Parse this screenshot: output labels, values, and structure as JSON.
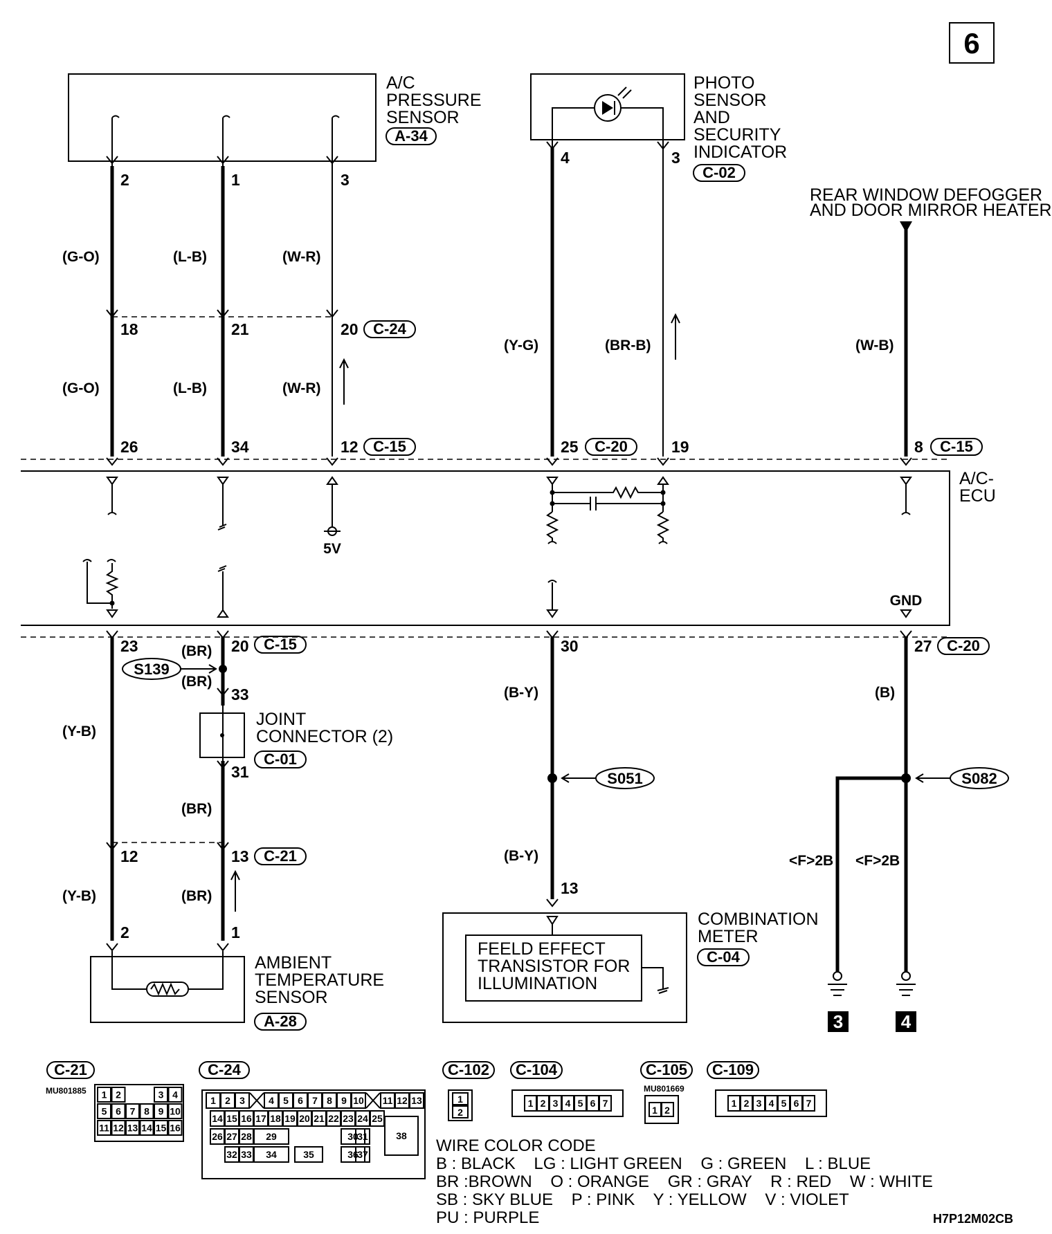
{
  "page_number": "6",
  "diagram_code": "H7P12M02CB",
  "components": {
    "ac_pressure_sensor": {
      "lines": [
        "A/C",
        "PRESSURE",
        "SENSOR"
      ],
      "connector": "A-34"
    },
    "photo_sensor": {
      "lines": [
        "PHOTO",
        "SENSOR",
        "AND",
        "SECURITY",
        "INDICATOR"
      ],
      "connector": "C-02"
    },
    "rear_defogger": {
      "lines": [
        "REAR WINDOW DEFOGGER",
        "AND DOOR MIRROR HEATER"
      ]
    },
    "ac_ecu": {
      "lines": [
        "A/C-",
        "ECU"
      ]
    },
    "joint_connector": {
      "lines": [
        "JOINT",
        "CONNECTOR (2)"
      ],
      "connector": "C-01"
    },
    "ambient_sensor": {
      "lines": [
        "AMBIENT",
        "TEMPERATURE",
        "SENSOR"
      ],
      "connector": "A-28"
    },
    "combination_meter": {
      "lines": [
        "COMBINATION",
        "METER"
      ],
      "connector": "C-04",
      "inner": [
        "FEELD EFFECT",
        "TRANSISTOR FOR",
        "ILLUMINATION"
      ]
    }
  },
  "wire_colors": {
    "g_o": "(G-O)",
    "l_b": "(L-B)",
    "w_r": "(W-R)",
    "y_g": "(Y-G)",
    "br_b": "(BR-B)",
    "w_b": "(W-B)",
    "y_b": "(Y-B)",
    "br": "(BR)",
    "b_y": "(B-Y)",
    "b": "(B)"
  },
  "pins": {
    "p2": "2",
    "p1": "1",
    "p3": "3",
    "p4": "4",
    "p3b": "3",
    "p18": "18",
    "p21": "21",
    "p20": "20",
    "p26": "26",
    "p34": "34",
    "p12": "12",
    "p25": "25",
    "p19": "19",
    "p8": "8",
    "p23": "23",
    "p20b": "20",
    "p30": "30",
    "p27": "27",
    "p33": "33",
    "p31": "31",
    "p12b": "12",
    "p13": "13",
    "p2b": "2",
    "p1b": "1",
    "p13b": "13"
  },
  "connectors": {
    "c24": "C-24",
    "c15": "C-15",
    "c20": "C-20",
    "c21": "C-21"
  },
  "splices": {
    "s139": "S139",
    "s051": "S051",
    "s082": "S082"
  },
  "ecu_labels": {
    "v5": "5V",
    "gnd": "GND"
  },
  "ground_labels": {
    "f2b_1": "<F>2B",
    "f2b_2": "<F>2B",
    "g3": "3",
    "g4": "4"
  },
  "connector_views": {
    "c21": {
      "label": "C-21",
      "part": "MU801885",
      "rows": [
        [
          "1",
          "2",
          "",
          "",
          "3",
          "4"
        ],
        [
          "5",
          "6",
          "7",
          "8",
          "9",
          "10"
        ],
        [
          "11",
          "12",
          "13",
          "14",
          "15",
          "16"
        ]
      ]
    },
    "c24": {
      "label": "C-24",
      "row1": [
        "1",
        "2",
        "3",
        "",
        "4",
        "5",
        "6",
        "7",
        "8",
        "9",
        "10",
        "",
        "11",
        "12",
        "13"
      ],
      "row2": [
        "14",
        "15",
        "16",
        "17",
        "18",
        "19",
        "20",
        "21",
        "22",
        "23",
        "24",
        "25"
      ],
      "row3": [
        "26",
        "27",
        "28",
        "29",
        "30",
        "31"
      ],
      "row4": [
        "32",
        "33",
        "34",
        "35",
        "36",
        "37"
      ],
      "big": "38"
    },
    "c102": {
      "label": "C-102",
      "cells": [
        "1",
        "2"
      ]
    },
    "c104": {
      "label": "C-104",
      "cells": [
        "1",
        "2",
        "3",
        "4",
        "5",
        "6",
        "7"
      ]
    },
    "c105": {
      "label": "C-105",
      "part": "MU801669",
      "cells": [
        "1",
        "2"
      ]
    },
    "c109": {
      "label": "C-109",
      "cells": [
        "1",
        "2",
        "3",
        "4",
        "5",
        "6",
        "7"
      ]
    }
  },
  "wire_color_code": {
    "title": "WIRE COLOR CODE",
    "lines": [
      "B : BLACK    LG : LIGHT GREEN    G : GREEN    L : BLUE",
      "BR :BROWN    O : ORANGE    GR : GRAY    R : RED    W : WHITE",
      "SB : SKY BLUE    P : PINK    Y : YELLOW    V : VIOLET",
      "PU : PURPLE"
    ]
  }
}
